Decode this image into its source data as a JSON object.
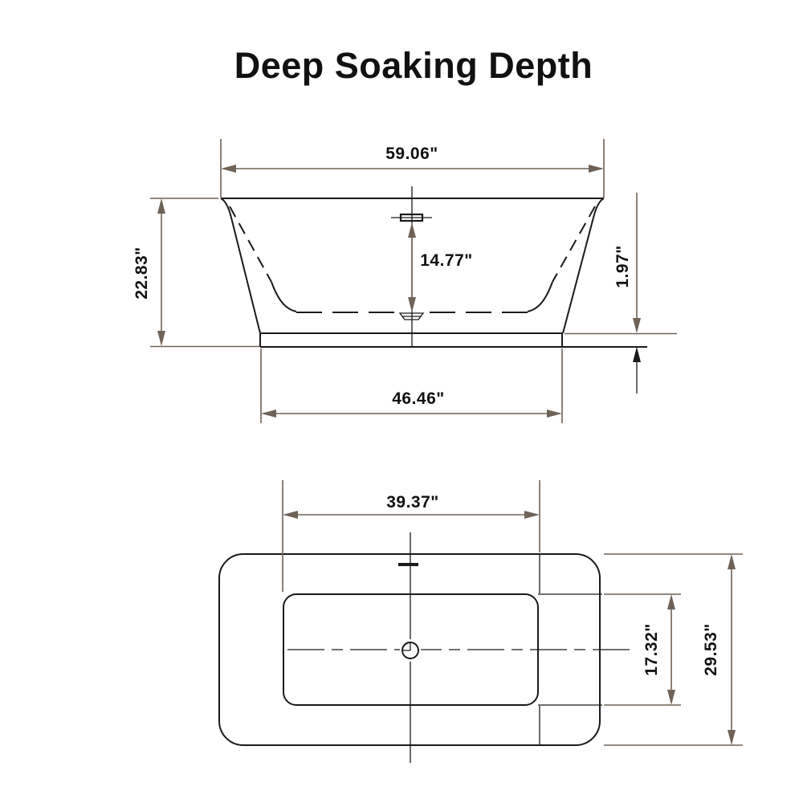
{
  "title": "Deep Soaking Depth",
  "colors": {
    "line": "#1a1a1a",
    "dimension": "#6f6257",
    "label": "#111111",
    "background": "#ffffff"
  },
  "views": {
    "front_elevation": {
      "description": "bathtub front elevation with soaking depth",
      "dimensions": {
        "rim_width": "59.06\"",
        "overall_height": "22.83\"",
        "soaking_depth": "14.77\"",
        "base_height": "1.97\"",
        "base_width": "46.46\""
      }
    },
    "top_plan": {
      "description": "bathtub top plan view",
      "dimensions": {
        "basin_length": "39.37\"",
        "basin_width": "17.32\"",
        "overall_width": "29.53\""
      }
    }
  }
}
